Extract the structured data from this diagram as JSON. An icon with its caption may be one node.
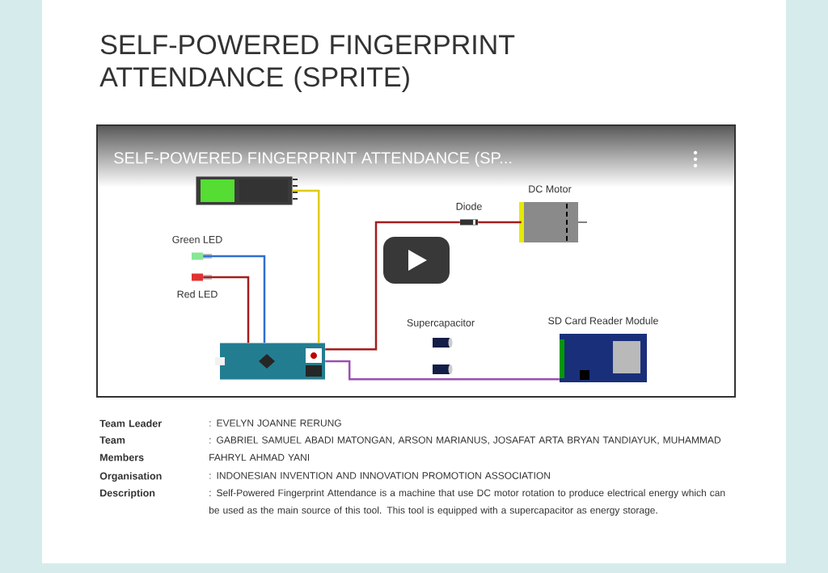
{
  "diagram": {
    "title": "SELF-POWERED FINGERPRINT ATTENDANCE (SPRITE)",
    "nodes": [
      {
        "text": [],
        "shape": "picture"
      },
      {
        "text": [
          "Green LED"
        ]
      },
      {
        "text": [
          "Red LED"
        ]
      },
      {
        "text": [],
        "shape": "picture"
      },
      {
        "text": [
          "Diode"
        ]
      },
      {
        "text": [
          "DC Motor"
        ]
      },
      {
        "text": [
          "Supercapacitor"
        ]
      },
      {
        "text": [
          "SD Card Reader Module"
        ]
      }
    ],
    "edges": [
      {
        "from": 0,
        "to": 3,
        "arrow": "none",
        "color": "#e0cc00"
      },
      {
        "from": 1,
        "to": 3,
        "arrow": "none",
        "color": "#2f6fcf"
      },
      {
        "from": 2,
        "to": 3,
        "arrow": "none",
        "color": "#a51d1d"
      },
      {
        "from": 4,
        "to": 5,
        "arrow": "none",
        "color": "#a51d1d"
      },
      {
        "from": 3,
        "to": 7,
        "arrow": "none",
        "color": "#9b4fb0"
      },
      {
        "from": 4,
        "to": 3,
        "arrow": "none",
        "color": "#a51d1d"
      }
    ],
    "labels": [
      "SELF-POWERED FINGERPRINT ATTENDANCE (SP...",
      "Team Leader",
      ": EVELYN JOANNE RERUNG",
      "Team Members",
      ": GABRIEL SAMUEL ABADI MATONGAN, ARSON MARIANUS, JOSAFAT ARTA BRYAN TANDIAYUK, MUHAMMAD FAHRYL AHMAD YANI",
      "Organisation",
      ": INDONESIAN INVENTION AND INNOVATION PROMOTION ASSOCIATION",
      "Description",
      ": Self-Powered Fingerprint Attendance is a machine that use DC motor rotation to produce electrical energy which can be used as the main source of this tool. This tool is equipped with a supercapacitor as energy storage."
    ]
  }
}
